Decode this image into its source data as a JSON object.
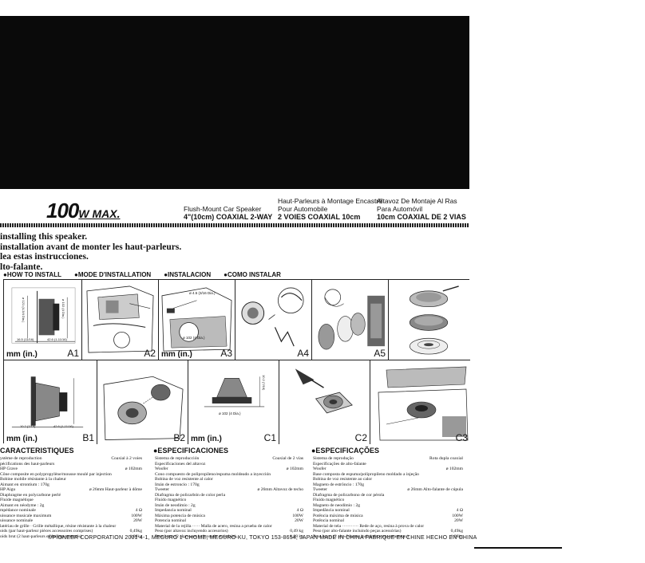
{
  "header": {
    "logo_big": "100",
    "logo_small": "W MAX.",
    "en_line1": "Flush-Mount Car Speaker",
    "en_line2": "4\"(10cm) COAXIAL 2-WAY",
    "fr_line1": "Haut-Parleurs à Montage Encastré",
    "fr_line2": "Pour Automobile",
    "fr_line3": "2 VOIES COAXIAL 10cm",
    "es_line1": "Altavoz De Montaje Al Ras",
    "es_line2": "Para Automóvil",
    "es_line3": "10cm COAXIAL DE 2 VIAS"
  },
  "warnings": [
    "installing this speaker.",
    "installation avant de monter les haut-parleurs.",
    "lea estas instrucciones.",
    "lto-falante."
  ],
  "howto": {
    "en": "●HOW TO INSTALL",
    "fr": "●MODE D'INSTALLATION",
    "es": "●INSTALACION",
    "pt": "●COMO INSTALAR"
  },
  "cells": {
    "a1": "A1",
    "a2": "A2",
    "a3": "A3",
    "a4": "A4",
    "a5": "A5",
    "b1": "B1",
    "b2": "B2",
    "c1": "C1",
    "c2": "C2",
    "c3": "C3",
    "mm": "mm (in.)",
    "dim_a1_1": "ø 121 (4-3/4 Dia.)",
    "dim_a1_2": "ø 102 (4 Dia.)",
    "dim_a1_3": "16.5 (11/16)",
    "dim_a1_4": "42.6 (1-11/16)",
    "dim_a3_1": "ø 4.5 (3/16 Dia.)",
    "dim_a3_2": "ø 102 (4 Dia.)",
    "dim_b1_1": "10.2 (7/16)",
    "dim_b1_2": "42.6 (1-11/16)",
    "dim_c1_1": "ø 102 (4 Dia.)",
    "dim_c1_2": "10.2 (7/16)"
  },
  "spec_fr": {
    "title": "CARACTERISTIQUES",
    "lines": [
      [
        "ystème de reproduction",
        "Coaxial à 2 voies"
      ],
      [
        "pécifications des haut-parleurs",
        ""
      ],
      [
        "HP Grave",
        "ø 102mm"
      ],
      [
        "Cône composite en polypropylène/mousse moulé par injection",
        ""
      ],
      [
        "Bobine mobile résistante à la chaleur",
        ""
      ],
      [
        "Aimant en strontium : 170g",
        ""
      ],
      [
        "HP Aigu",
        "ø 26mm Haut-parleur à dôme"
      ],
      [
        "Diaphragme en polycarbone perlé",
        ""
      ],
      [
        "Fluide magnétique",
        ""
      ],
      [
        "Aimant en néodyme : 2g",
        ""
      ],
      [
        "mpédance nominale",
        "4 Ω"
      ],
      [
        "uissance musicale maximum",
        "100W"
      ],
      [
        "uissance nominale",
        "20W"
      ],
      [
        "latériau de grille · Grille métallique, résine résistante à la chaleur",
        ""
      ],
      [
        "oids (par haut-parleur pièces accessoires comprises)",
        "0,49kg"
      ],
      [
        "oids brut (2 haut-parleurs emballage compris)",
        "1,08kg"
      ]
    ]
  },
  "spec_es": {
    "title": "●ESPECIFICACIONES",
    "lines": [
      [
        "Sistema de reproducción",
        "Coaxial de 2 vías"
      ],
      [
        "Especificaciones del altavoz",
        ""
      ],
      [
        "Woofer",
        "ø 102mm"
      ],
      [
        "Cono compuesto de polipropileno/espuma moldeado a inyección",
        ""
      ],
      [
        "Bobina de voz resistente al calor",
        ""
      ],
      [
        "Imán de estroncio : 170g",
        ""
      ],
      [
        "Tweeter",
        "ø 26mm Altavoz de techo"
      ],
      [
        "Diafragma de policarbón de color perla",
        ""
      ],
      [
        "Fluido magnético",
        ""
      ],
      [
        "Imán de neodimio : 2g",
        ""
      ],
      [
        "Impedancia nominal",
        "4 Ω"
      ],
      [
        "Máxima potencia de música",
        "100W"
      ],
      [
        "Potencia nominal",
        "20W"
      ],
      [
        "Material de la rejilla ····· Malla de acero, resina a prueba de calor",
        ""
      ],
      [
        "Peso (por altavoz incluyendo accesorios)",
        "0,49 kg"
      ],
      [
        "Peso bruto (2 altavoces incluyendo embalaje)",
        "1,08 kg"
      ]
    ]
  },
  "spec_pt": {
    "title": "●ESPECIFICAÇÕES",
    "lines": [
      [
        "Sistema de reprodução",
        "Rota dupla coaxial"
      ],
      [
        "Especificações de alto-falante",
        ""
      ],
      [
        "Woofer",
        "ø 102mm"
      ],
      [
        "Base composta de espuma/polipropileno moldado a injeção",
        ""
      ],
      [
        "Bobina de voz resistente ao calor",
        ""
      ],
      [
        "Magneto de estrôncio : 170g",
        ""
      ],
      [
        "Tweeter",
        "ø 26mm Alto-falante de cúpula"
      ],
      [
        "Diafragma de policarbono de cor pérola",
        ""
      ],
      [
        "Fluido magnético",
        ""
      ],
      [
        "Magneto de neodímio : 2g",
        ""
      ],
      [
        "Impedância nominal",
        "4 Ω"
      ],
      [
        "Potência máxima de música",
        "100W"
      ],
      [
        "Potência nominal",
        "20W"
      ],
      [
        "Material de tela ··········· Rede de aço, resina à prova de calor",
        ""
      ],
      [
        "Peso (por alto-falante incluindo peças acessórias)",
        "0,49kg"
      ],
      [
        "Peso bruto (2 alto-falantes incluindo empacotamento)",
        "1,08kg"
      ]
    ]
  },
  "footer": "©PIONEER CORPORATION   2001  4-1, MEGURO 1-CHOME, MEGURO-KU, TOKYO 153-8654, JAPAN     MADE IN CHINA   FABRIQUE EN CHINE   HECHO EN CHINA"
}
